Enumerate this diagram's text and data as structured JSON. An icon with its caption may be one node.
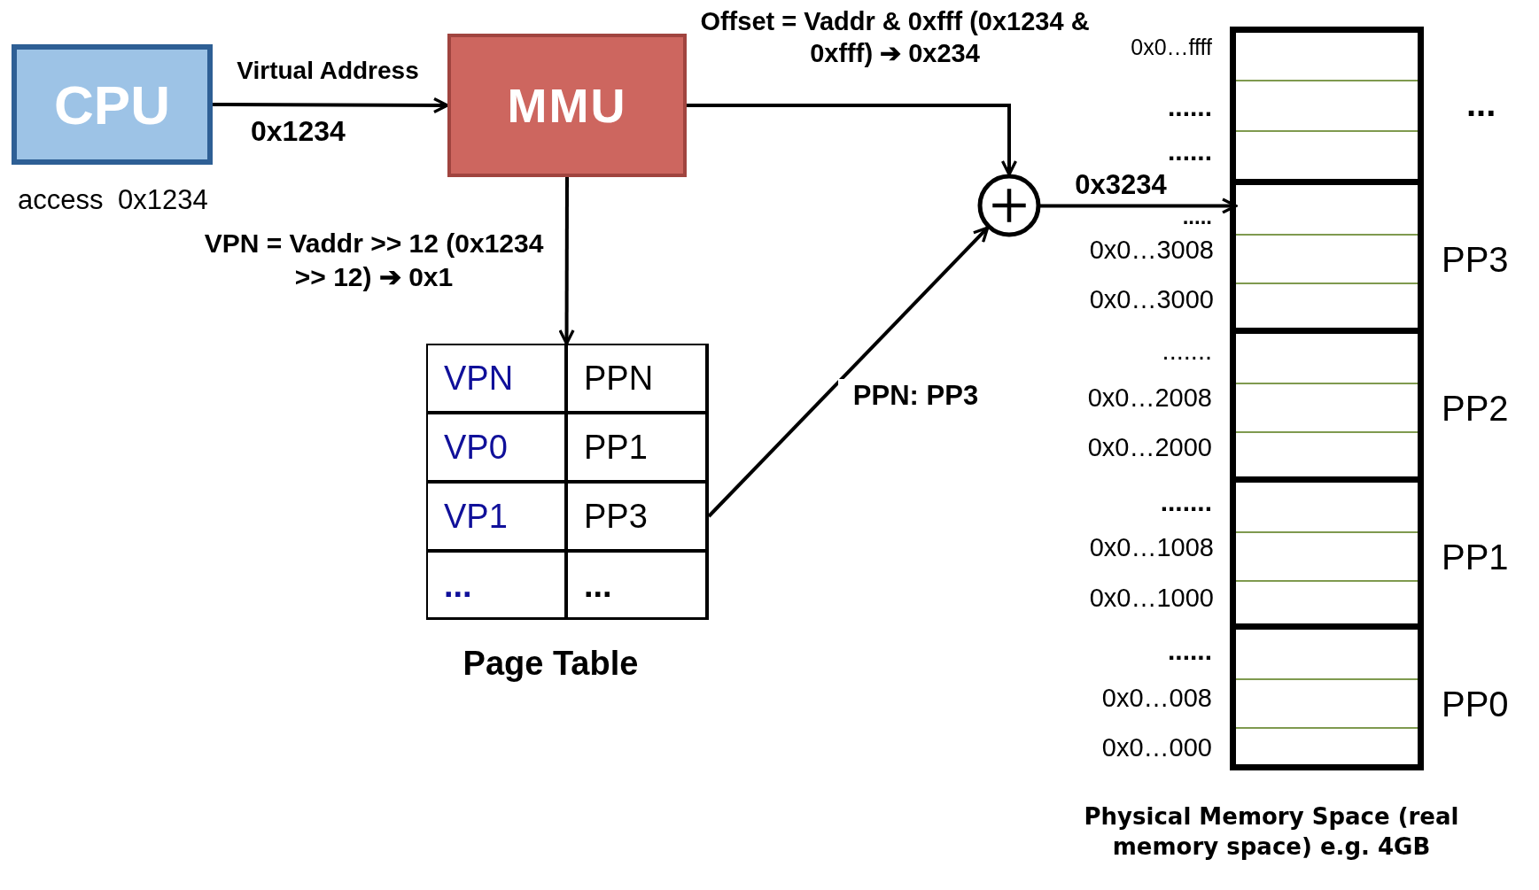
{
  "diagram": {
    "nodes": [
      {
        "text": [
          "CPU"
        ],
        "beside": [
          "access 0x1234"
        ]
      },
      {
        "text": [
          "MMU"
        ]
      },
      {
        "text": [
          "Page Table"
        ]
      },
      {
        "text": [
          "VPN"
        ],
        "in": 2
      },
      {
        "text": [
          "PPN"
        ],
        "in": 2
      },
      {
        "text": [
          "VP0"
        ],
        "in": 2
      },
      {
        "text": [
          "PP1"
        ],
        "in": 2
      },
      {
        "text": [
          "VP1"
        ],
        "in": 2
      },
      {
        "text": [
          "PP3"
        ],
        "in": 2
      },
      {
        "text": [
          "..."
        ],
        "in": 2
      },
      {
        "text": [
          "..."
        ],
        "in": 2
      },
      {
        "text": [],
        "shape": "circle"
      },
      {
        "text": [
          "Physical Memory Space (real memory space) e.g. 4GB"
        ]
      },
      {
        "text": [],
        "shape": "box",
        "in": 12,
        "beside": [
          "..."
        ]
      },
      {
        "text": [
          "PP3"
        ],
        "in": 12
      },
      {
        "text": [
          "PP2"
        ],
        "in": 12
      },
      {
        "text": [
          "PP1"
        ],
        "in": 12
      },
      {
        "text": [
          "PP0"
        ],
        "in": 12
      }
    ],
    "edges": [
      {
        "from": 0,
        "to": 1,
        "arrow": "to",
        "label": "Virtual Address"
      },
      {
        "from": 1,
        "to": 11,
        "arrow": "to",
        "label": "Offset = Vaddr & 0xfff (0x1234 & 0xfff) ➔ 0x234"
      },
      {
        "from": 1,
        "to": 2,
        "arrow": "to",
        "label": "VPN = Vaddr >> 12 (0x1234 >> 12) ➔ 0x1"
      },
      {
        "from": 8,
        "to": 11,
        "arrow": "to",
        "label": "PPN: PP3"
      },
      {
        "from": 11,
        "to": 14,
        "arrow": "to",
        "label": "0x3234"
      }
    ],
    "labels": [
      "0x1234",
      "0x0…ffff",
      "......",
      "......",
      ".....",
      "0x0…3008",
      "0x0…3000",
      ".......",
      "0x0…2008",
      "0x0…2000",
      ".......",
      "0x0…1008",
      "0x0…1000",
      "......",
      "0x0…008",
      "0x0…000"
    ]
  }
}
